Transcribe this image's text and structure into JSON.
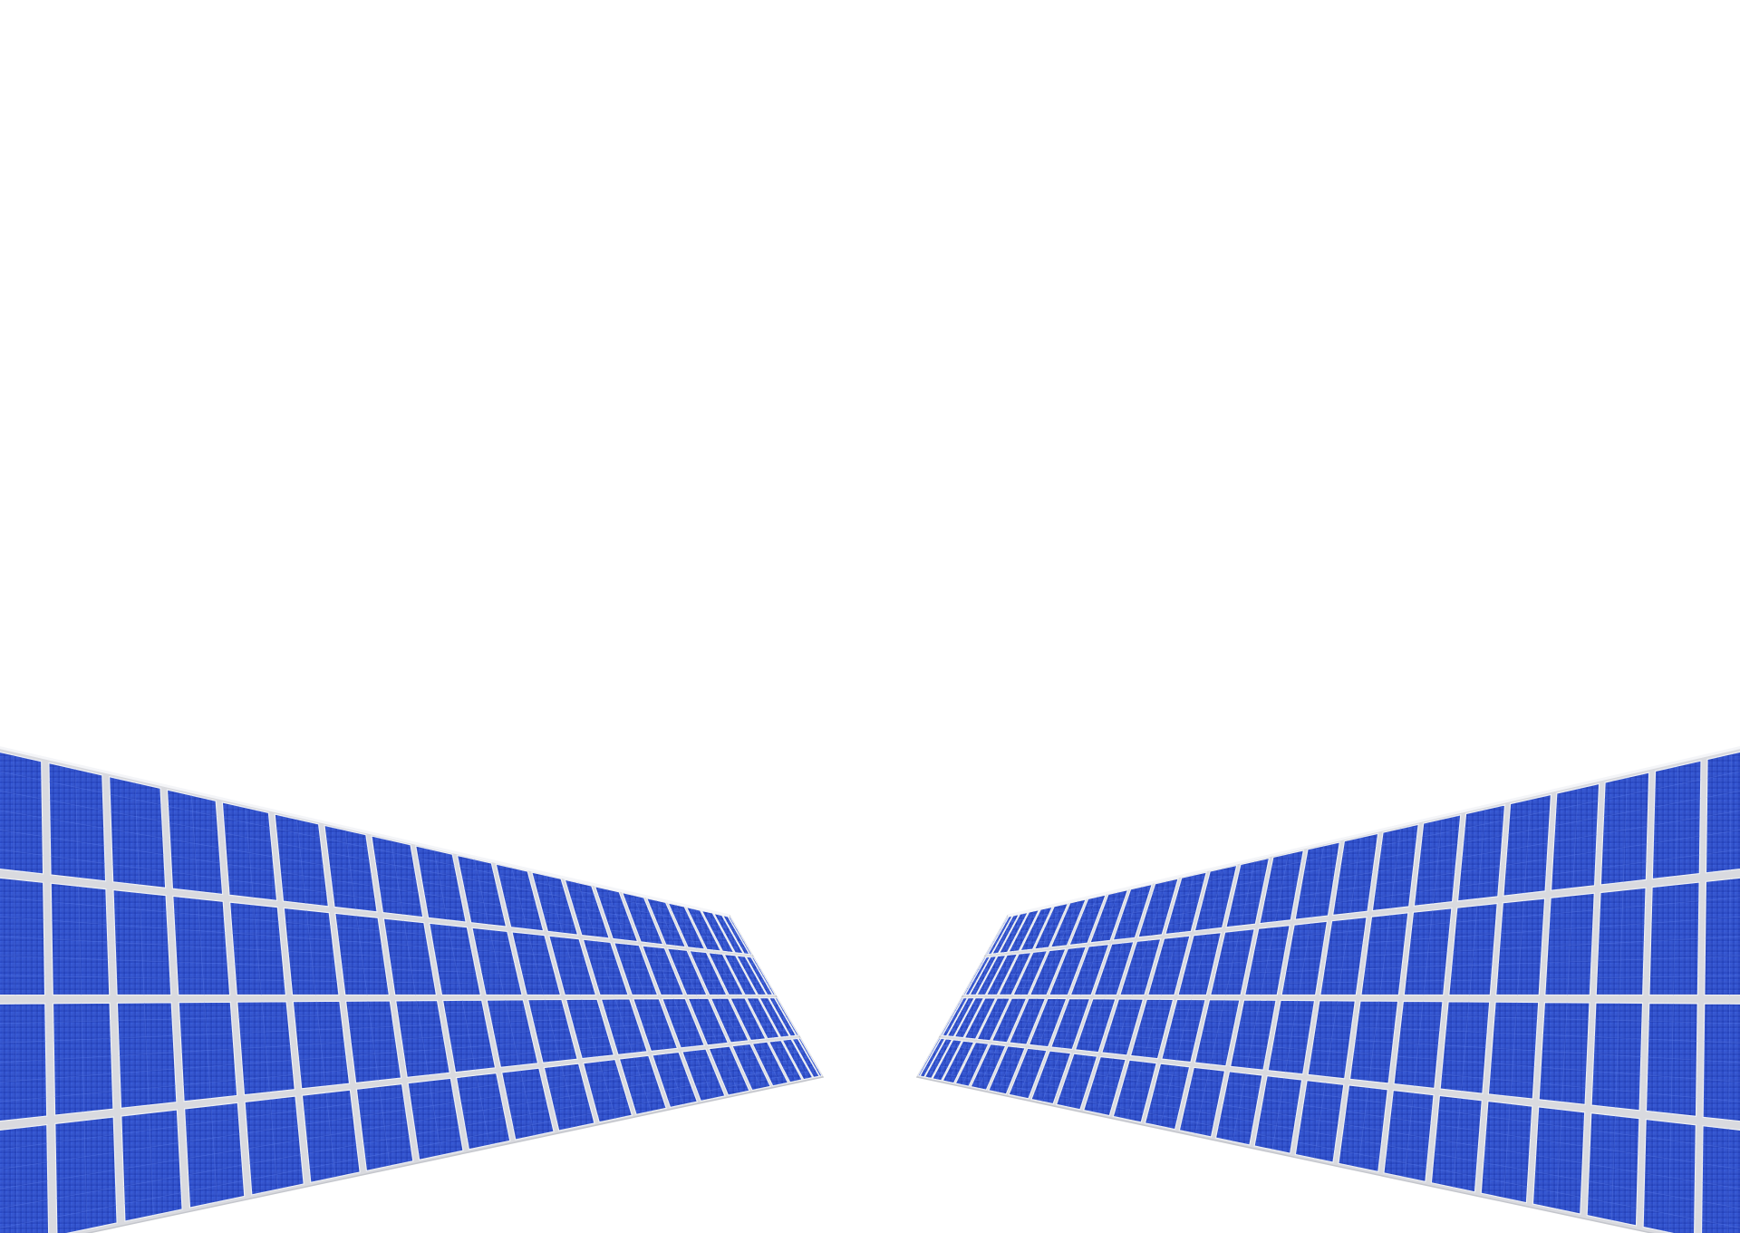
{
  "scene": {
    "background_color": "#ffffff",
    "frame_color": "#d9dadf",
    "frame_highlight_color": "#f4f5f8",
    "cell_color_light": "#3b5fd8",
    "cell_color_mid": "#2a48c2",
    "cell_color_dark": "#1f36a8",
    "cell_line_color": "#5a7ae6",
    "panel_arrays": [
      {
        "name": "left-solar-array",
        "rows": 4,
        "modules_per_row": 22
      },
      {
        "name": "right-solar-array",
        "rows": 4,
        "modules_per_row": 26
      }
    ]
  }
}
